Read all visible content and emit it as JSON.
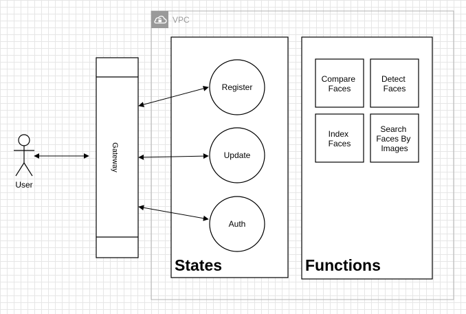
{
  "vpc": {
    "label": "VPC"
  },
  "actor": {
    "label": "User"
  },
  "gateway": {
    "label": "Gateway"
  },
  "states": {
    "title": "States",
    "items": [
      {
        "label": "Register"
      },
      {
        "label": "Update"
      },
      {
        "label": "Auth"
      }
    ]
  },
  "functions": {
    "title": "Functions",
    "items": [
      {
        "lines": [
          "Compare",
          "Faces"
        ]
      },
      {
        "lines": [
          "Detect",
          "Faces"
        ]
      },
      {
        "lines": [
          "Index",
          "Faces"
        ]
      },
      {
        "lines": [
          "Search",
          "Faces By",
          "Images"
        ]
      }
    ]
  },
  "colors": {
    "vpc_border": "#b3b3b3",
    "vpc_icon_bg": "#999999",
    "vpc_label": "#999999",
    "stroke": "#000000"
  }
}
